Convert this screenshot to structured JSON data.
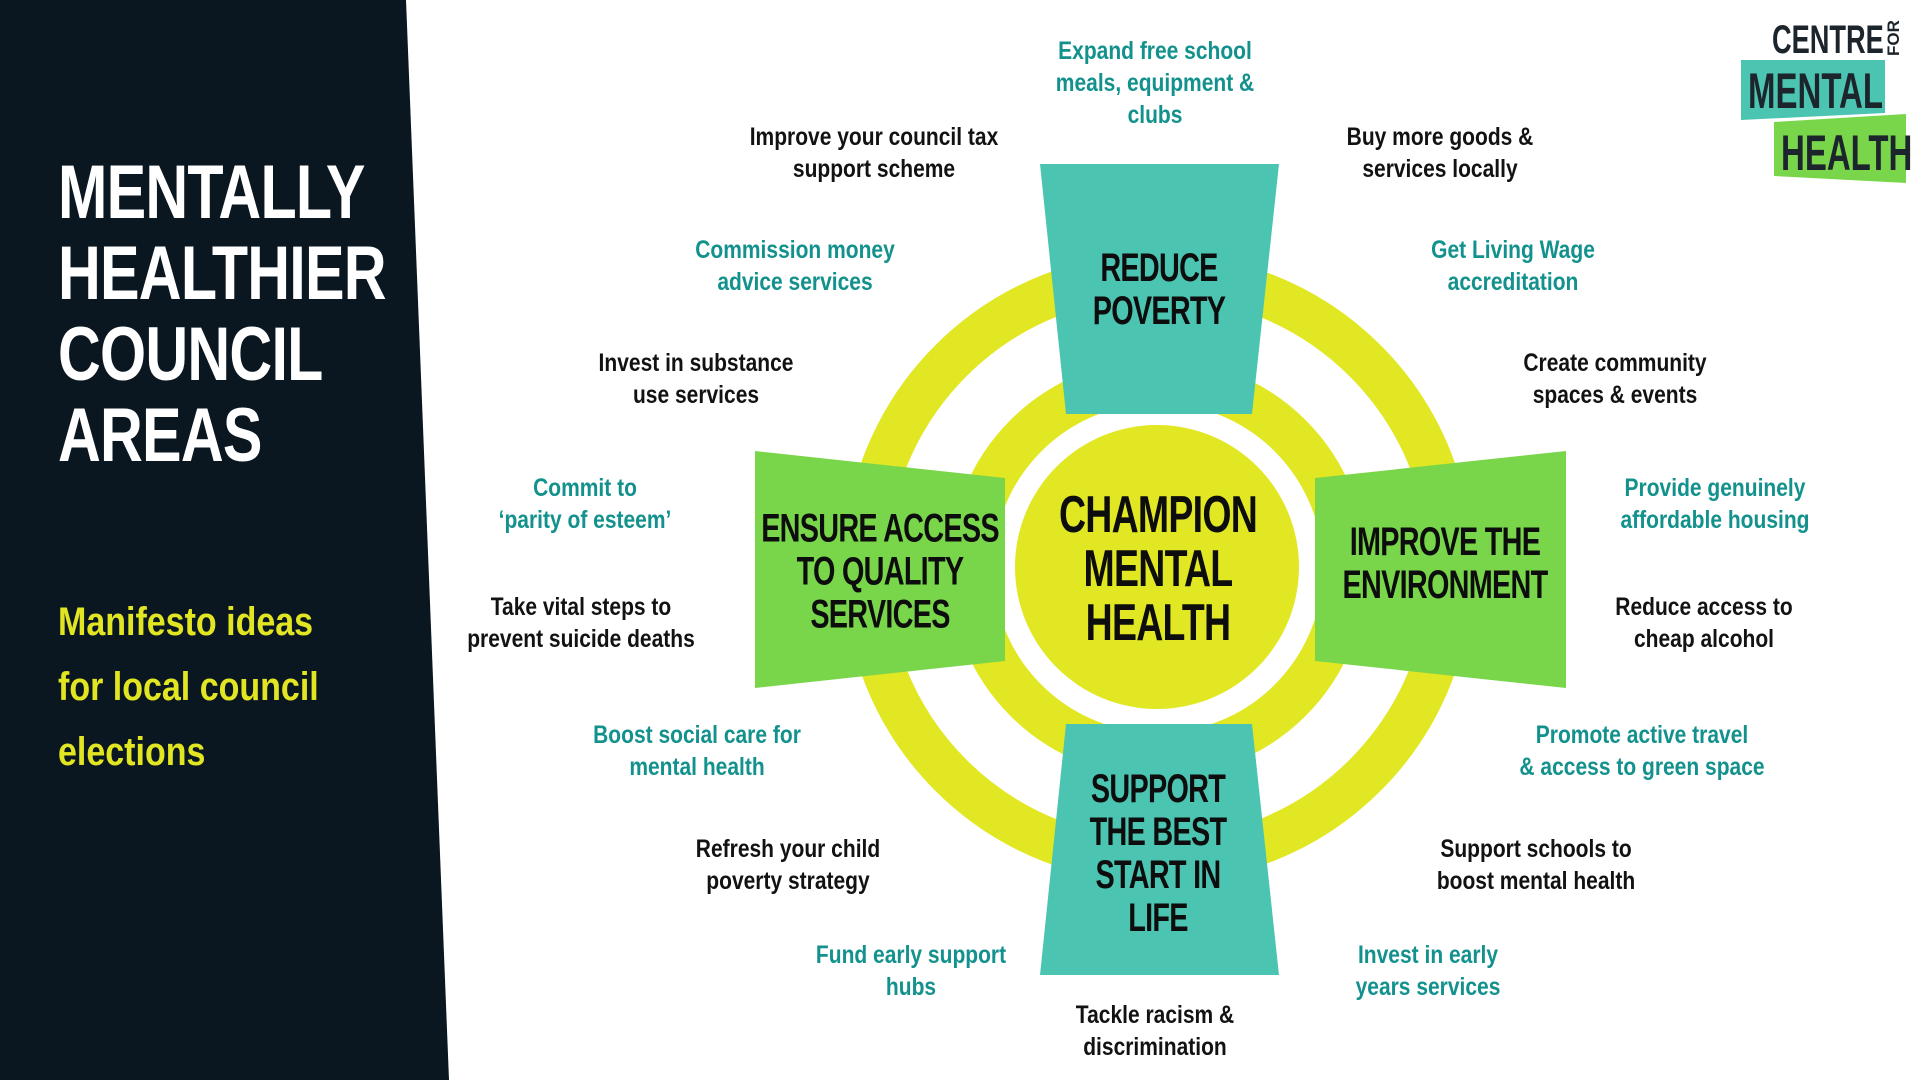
{
  "sidebar": {
    "title_lines": [
      "MENTALLY",
      "HEALTHIER",
      "COUNCIL",
      "AREAS"
    ],
    "subtitle_lines": [
      "Manifesto ideas",
      "for local council",
      "elections"
    ]
  },
  "logo": {
    "line1": "CENTRE",
    "for": "FOR",
    "line2": "MENTAL",
    "line3": "HEALTH"
  },
  "colors": {
    "sidebar": "#0a1720",
    "ring": "#e1e823",
    "teal": "#4cc4b2",
    "green": "#79d64b",
    "teal_text": "#12918d",
    "yellow_text": "#e2e622"
  },
  "diagram": {
    "center": [
      "CHAMPION",
      "MENTAL",
      "HEALTH"
    ],
    "hubs": {
      "top": [
        "REDUCE",
        "POVERTY"
      ],
      "left": [
        "ENSURE ACCESS",
        "TO QUALITY",
        "SERVICES"
      ],
      "right": [
        "IMPROVE THE",
        "ENVIRONMENT"
      ],
      "bottom": [
        "SUPPORT",
        "THE BEST",
        "START IN",
        "LIFE"
      ]
    },
    "ideas": [
      {
        "lines": [
          "Expand free school",
          "meals, equipment &",
          "clubs"
        ],
        "color": "teal"
      },
      {
        "lines": [
          "Improve your council tax",
          "support scheme"
        ],
        "color": "dark"
      },
      {
        "lines": [
          "Buy more goods &",
          "services locally"
        ],
        "color": "dark"
      },
      {
        "lines": [
          "Commission money",
          "advice services"
        ],
        "color": "teal"
      },
      {
        "lines": [
          "Get Living Wage",
          "accreditation"
        ],
        "color": "teal"
      },
      {
        "lines": [
          "Invest in substance",
          "use services"
        ],
        "color": "dark"
      },
      {
        "lines": [
          "Create community",
          "spaces & events"
        ],
        "color": "dark"
      },
      {
        "lines": [
          "Commit to",
          "‘parity of esteem’"
        ],
        "color": "teal"
      },
      {
        "lines": [
          "Provide genuinely",
          "affordable housing"
        ],
        "color": "teal"
      },
      {
        "lines": [
          "Take vital steps to",
          "prevent suicide deaths"
        ],
        "color": "dark"
      },
      {
        "lines": [
          "Reduce access to",
          "cheap alcohol"
        ],
        "color": "dark"
      },
      {
        "lines": [
          "Boost social care for",
          "mental health"
        ],
        "color": "teal"
      },
      {
        "lines": [
          "Promote active travel",
          "& access to green space"
        ],
        "color": "teal"
      },
      {
        "lines": [
          "Refresh your child",
          "poverty strategy"
        ],
        "color": "dark"
      },
      {
        "lines": [
          "Support schools to",
          "boost mental health"
        ],
        "color": "dark"
      },
      {
        "lines": [
          "Fund early support",
          "hubs"
        ],
        "color": "teal"
      },
      {
        "lines": [
          "Invest in early",
          "years services"
        ],
        "color": "teal"
      },
      {
        "lines": [
          "Tackle racism &",
          "discrimination"
        ],
        "color": "dark"
      }
    ]
  }
}
